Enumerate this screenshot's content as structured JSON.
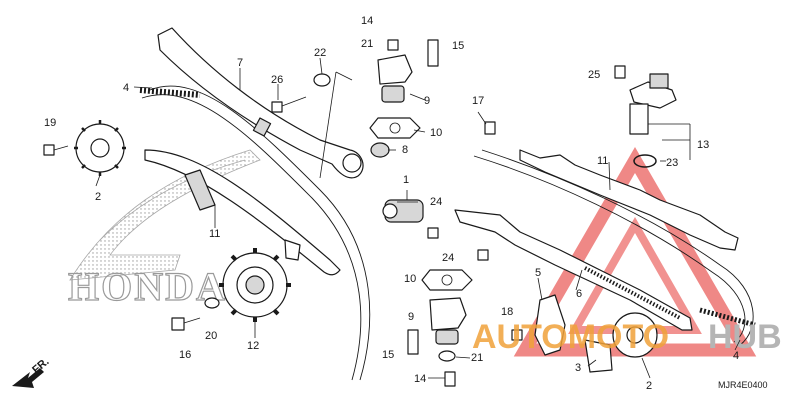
{
  "diagram": {
    "reference_code": "MJR4E0400",
    "front_label": "FR.",
    "brand_outline": "HONDA",
    "watermark": {
      "text_orange": "AUTOMOTO",
      "text_grey": "HUB",
      "color_orange": "#f0a23a",
      "color_grey": "#b5b5b5",
      "triangle_color": "#e53935"
    },
    "callouts": {
      "c1": "1",
      "c2a": "2",
      "c2b": "2",
      "c3": "3",
      "c4a": "4",
      "c4b": "4",
      "c5": "5",
      "c6": "6",
      "c7": "7",
      "c8": "8",
      "c9a": "9",
      "c9b": "9",
      "c10a": "10",
      "c10b": "10",
      "c11a": "11",
      "c11b": "11",
      "c12": "12",
      "c13": "13",
      "c14a": "14",
      "c14b": "14",
      "c15a": "15",
      "c15b": "15",
      "c16": "16",
      "c17": "17",
      "c18": "18",
      "c19": "19",
      "c20": "20",
      "c21a": "21",
      "c21b": "21",
      "c22": "22",
      "c23": "23",
      "c24a": "24",
      "c24b": "24",
      "c25": "25",
      "c26": "26"
    }
  }
}
